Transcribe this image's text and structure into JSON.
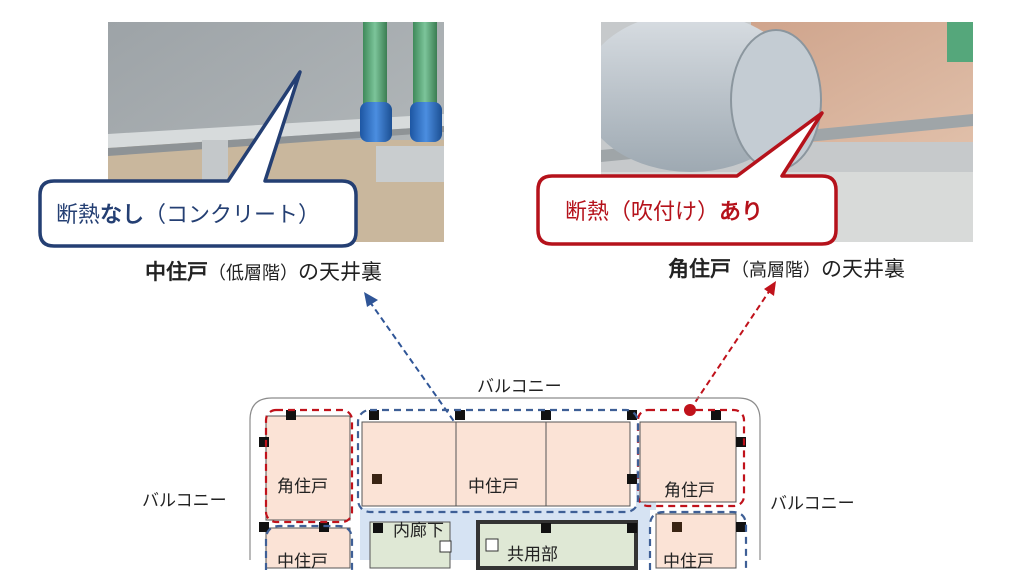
{
  "left_panel": {
    "bubble": {
      "prefix": "断熱",
      "emphasis": "なし",
      "suffix": "（コンクリート）",
      "color": "#243f73"
    },
    "caption": {
      "bold": "中住戸",
      "paren": "（低層階）",
      "tail": "の天井裏"
    }
  },
  "right_panel": {
    "bubble": {
      "prefix": "断熱（吹付け）",
      "emphasis": "あり",
      "color": "#b5121b"
    },
    "caption": {
      "bold": "角住戸",
      "paren": "（高層階）",
      "tail": "の天井裏"
    }
  },
  "floor_plan": {
    "balcony_top": "バルコニー",
    "balcony_left": "バルコニー",
    "balcony_right": "バルコニー",
    "corner_unit_left": "角住戸",
    "middle_unit_top": "中住戸",
    "corner_unit_right": "角住戸",
    "middle_unit_bottom_left": "中住戸",
    "middle_unit_bottom_right": "中住戸",
    "inner_corridor": "内廊下",
    "common_area": "共用部"
  },
  "colors": {
    "unit_fill": "#fbe3d6",
    "common_fill": "#dfe8d5",
    "corridor_fill": "#d6e3f3",
    "corner_highlight": "#c0121b",
    "middle_highlight": "#3e5f96"
  }
}
